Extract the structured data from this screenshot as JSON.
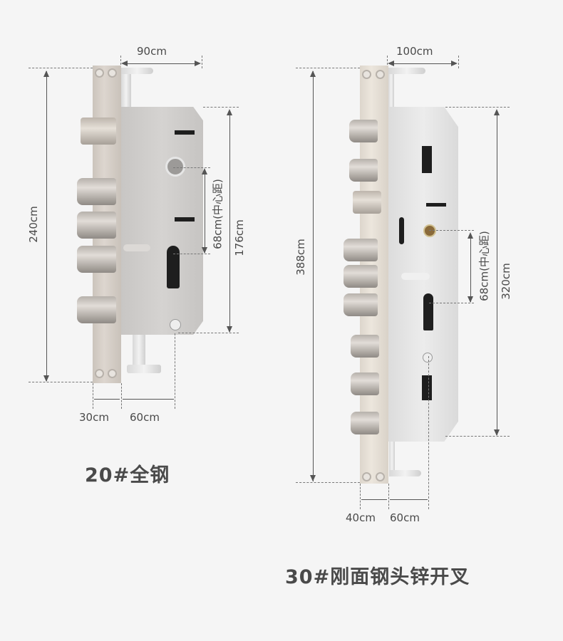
{
  "left_product": {
    "title": "20#全钢",
    "dimensions": {
      "top_width": "90cm",
      "total_height": "240cm",
      "case_height": "176cm",
      "center_distance": "68cm(中心距)",
      "faceplate_width": "30cm",
      "backset": "60cm"
    },
    "colors": {
      "faceplate": "#d6cfc7",
      "case": "#cfcdcb"
    }
  },
  "right_product": {
    "title": "30#刚面钢头锌开叉",
    "dimensions": {
      "top_width": "100cm",
      "total_height": "388cm",
      "case_height": "320cm",
      "center_distance": "68cm(中心距)",
      "faceplate_width": "40cm",
      "backset": "60cm"
    },
    "colors": {
      "faceplate": "#e4ddd3",
      "case": "#e3e3e3"
    }
  },
  "colors": {
    "background": "#f5f5f5",
    "text": "#4a4a4a",
    "line": "#555555"
  }
}
